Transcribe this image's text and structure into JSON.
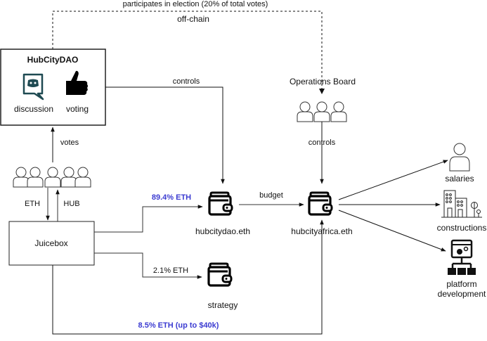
{
  "diagram": {
    "top_edge_label": "participates in election (20% of total votes)",
    "offchain_label": "off-chain",
    "dao": {
      "title": "HubCityDAO",
      "discussion_label": "discussion",
      "voting_label": "voting",
      "discussion_icon": "discord-chat-icon",
      "voting_icon": "thumbs-up-icon"
    },
    "controls_dao_label": "controls",
    "votes_label": "votes",
    "eth_label": "ETH",
    "hub_label": "HUB",
    "juicebox_label": "Juicebox",
    "split_main_label": "89.4% ETH",
    "split_strategy_label": "2.1% ETH",
    "split_africa_label": "8.5% ETH (up to $40k)",
    "budget_label": "budget",
    "ops_board_label": "Operations Board",
    "controls_ops_label": "controls",
    "wallets": {
      "dao": "hubcitydao.eth",
      "africa": "hubcityafrica.eth",
      "strategy": "strategy"
    },
    "outputs": {
      "salaries": "salaries",
      "constructions": "constructions",
      "platform_line1": "platform",
      "platform_line2": "development"
    },
    "colors": {
      "accent_blue": "#3b3bd1",
      "discord_teal": "#1f4a52"
    }
  }
}
